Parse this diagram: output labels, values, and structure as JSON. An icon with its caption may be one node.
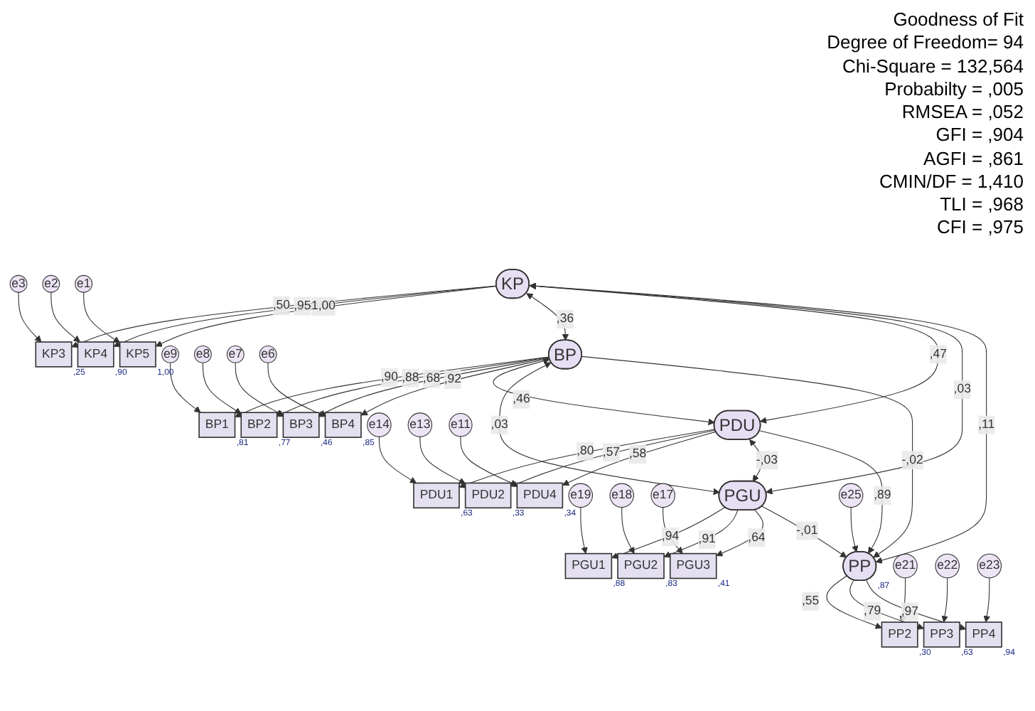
{
  "diagram": {
    "nodes": [
      {
        "text": [
          "e3"
        ]
      },
      {
        "text": [
          "KP3"
        ],
        "beside": [
          ",25"
        ]
      },
      {
        "text": [
          "e2"
        ]
      },
      {
        "text": [
          "KP4"
        ],
        "beside": [
          ",90"
        ]
      },
      {
        "text": [
          "e1"
        ]
      },
      {
        "text": [
          "KP5"
        ],
        "beside": [
          "1,00"
        ]
      },
      {
        "text": [
          "KP"
        ]
      },
      {
        "text": [
          "e9"
        ]
      },
      {
        "text": [
          "BP1"
        ],
        "beside": [
          ",81"
        ]
      },
      {
        "text": [
          "e8"
        ]
      },
      {
        "text": [
          "BP2"
        ],
        "beside": [
          ",77"
        ]
      },
      {
        "text": [
          "e7"
        ]
      },
      {
        "text": [
          "BP3"
        ],
        "beside": [
          ",46"
        ]
      },
      {
        "text": [
          "e6"
        ]
      },
      {
        "text": [
          "BP4"
        ],
        "beside": [
          ",85"
        ]
      },
      {
        "text": [
          "BP"
        ]
      },
      {
        "text": [
          "e14"
        ]
      },
      {
        "text": [
          "PDU1"
        ],
        "beside": [
          ",63"
        ]
      },
      {
        "text": [
          "e13"
        ]
      },
      {
        "text": [
          "PDU2"
        ],
        "beside": [
          ",33"
        ]
      },
      {
        "text": [
          "e11"
        ]
      },
      {
        "text": [
          "PDU4"
        ],
        "beside": [
          ",34"
        ]
      },
      {
        "text": [
          "PDU"
        ]
      },
      {
        "text": [
          "e19"
        ]
      },
      {
        "text": [
          "PGU1"
        ],
        "beside": [
          ",88"
        ]
      },
      {
        "text": [
          "e18"
        ]
      },
      {
        "text": [
          "PGU2"
        ],
        "beside": [
          ",83"
        ]
      },
      {
        "text": [
          "e17"
        ]
      },
      {
        "text": [
          "PGU3"
        ],
        "beside": [
          ",41"
        ]
      },
      {
        "text": [
          "PGU"
        ]
      },
      {
        "text": [
          "e25"
        ]
      },
      {
        "text": [
          "PP"
        ],
        "beside": [
          ",87"
        ]
      },
      {
        "text": [
          "PP2"
        ],
        "beside": [
          ",30"
        ]
      },
      {
        "text": [
          "PP3"
        ],
        "beside": [
          ",63"
        ]
      },
      {
        "text": [
          "PP4"
        ],
        "beside": [
          ",94"
        ]
      },
      {
        "text": [
          "e21"
        ]
      },
      {
        "text": [
          "e22"
        ]
      },
      {
        "text": [
          "e23"
        ]
      }
    ],
    "edges": [
      {
        "from": 0,
        "to": 1,
        "arrow": "to"
      },
      {
        "from": 2,
        "to": 3,
        "arrow": "to"
      },
      {
        "from": 4,
        "to": 5,
        "arrow": "to"
      },
      {
        "from": 6,
        "to": 1,
        "arrow": "to",
        "label": ",50"
      },
      {
        "from": 6,
        "to": 3,
        "arrow": "to",
        "label": ",95"
      },
      {
        "from": 6,
        "to": 5,
        "arrow": "to",
        "label": "1,00"
      },
      {
        "from": 7,
        "to": 8,
        "arrow": "to"
      },
      {
        "from": 9,
        "to": 10,
        "arrow": "to"
      },
      {
        "from": 11,
        "to": 12,
        "arrow": "to"
      },
      {
        "from": 13,
        "to": 14,
        "arrow": "to"
      },
      {
        "from": 15,
        "to": 8,
        "arrow": "to",
        "label": ",90"
      },
      {
        "from": 15,
        "to": 10,
        "arrow": "to",
        "label": ",88"
      },
      {
        "from": 15,
        "to": 12,
        "arrow": "to",
        "label": ",68"
      },
      {
        "from": 15,
        "to": 14,
        "arrow": "to",
        "label": ",92"
      },
      {
        "from": 16,
        "to": 17,
        "arrow": "to"
      },
      {
        "from": 18,
        "to": 19,
        "arrow": "to"
      },
      {
        "from": 20,
        "to": 21,
        "arrow": "to"
      },
      {
        "from": 22,
        "to": 17,
        "arrow": "to",
        "label": ",80"
      },
      {
        "from": 22,
        "to": 19,
        "arrow": "to",
        "label": ",57"
      },
      {
        "from": 22,
        "to": 21,
        "arrow": "to",
        "label": ",58"
      },
      {
        "from": 23,
        "to": 24,
        "arrow": "to"
      },
      {
        "from": 25,
        "to": 26,
        "arrow": "to"
      },
      {
        "from": 27,
        "to": 28,
        "arrow": "to"
      },
      {
        "from": 29,
        "to": 24,
        "arrow": "to",
        "label": ",94"
      },
      {
        "from": 29,
        "to": 26,
        "arrow": "to",
        "label": ",91"
      },
      {
        "from": 29,
        "to": 28,
        "arrow": "to",
        "label": ",64"
      },
      {
        "from": 6,
        "to": 15,
        "arrow": "both",
        "label": ",36"
      },
      {
        "from": 6,
        "to": 22,
        "arrow": "both",
        "label": ",47"
      },
      {
        "from": 6,
        "to": 29,
        "arrow": "both",
        "label": ",03"
      },
      {
        "from": 15,
        "to": 22,
        "arrow": "both",
        "label": ",46"
      },
      {
        "from": 15,
        "to": 29,
        "arrow": "both",
        "label": ",03"
      },
      {
        "from": 22,
        "to": 29,
        "arrow": "both",
        "label": "-,03"
      },
      {
        "from": 6,
        "to": 31,
        "arrow": "to",
        "label": ",11"
      },
      {
        "from": 15,
        "to": 31,
        "arrow": "to",
        "label": "-,02"
      },
      {
        "from": 22,
        "to": 31,
        "arrow": "to",
        "label": ",89"
      },
      {
        "from": 29,
        "to": 31,
        "arrow": "to",
        "label": "-,01"
      },
      {
        "from": 30,
        "to": 31,
        "arrow": "to"
      },
      {
        "from": 31,
        "to": 32,
        "arrow": "to",
        "label": ",55"
      },
      {
        "from": 31,
        "to": 33,
        "arrow": "to",
        "label": ",79"
      },
      {
        "from": 31,
        "to": 34,
        "arrow": "to",
        "label": ",97"
      },
      {
        "from": 35,
        "to": 32,
        "arrow": "to"
      },
      {
        "from": 36,
        "to": 33,
        "arrow": "to"
      },
      {
        "from": 37,
        "to": 34,
        "arrow": "to"
      }
    ],
    "labels": [
      "Goodness of Fit",
      "Degree of Freedom= 94",
      "Chi-Square = 132,564",
      "Probabilty = ,005",
      "RMSEA = ,052",
      "GFI = ,904",
      "AGFI = ,861",
      "CMIN/DF = 1,410",
      "TLI = ,968",
      "CFI = ,975"
    ]
  }
}
